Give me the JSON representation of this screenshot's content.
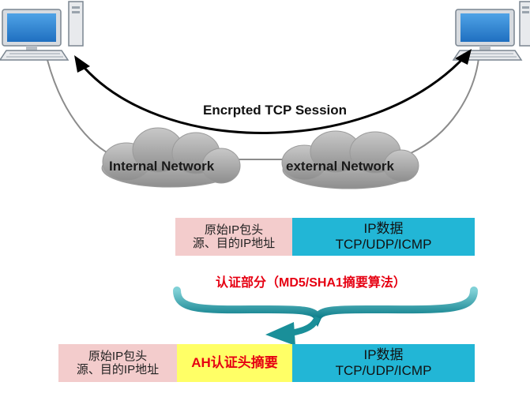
{
  "session_label": "Encrpted TCP Session",
  "clouds": {
    "internal": "Internal Network",
    "external": "external Network"
  },
  "original_packet": {
    "header_line1": "原始IP包头",
    "header_line2": "源、目的IP地址",
    "data_line1": "IP数据",
    "data_line2": "TCP/UDP/ICMP"
  },
  "auth_caption": "认证部分（MD5/SHA1摘要算法）",
  "ah_packet": {
    "header_line1": "原始IP包头",
    "header_line2": "源、目的IP地址",
    "ah_label": "AH认证头摘要",
    "data_line1": "IP数据",
    "data_line2": "TCP/UDP/ICMP"
  },
  "colors": {
    "pink": "#f3cccc",
    "cyan": "#22b6d6",
    "yellow": "#ffff66",
    "teal_brace": "#1a8f99",
    "red_text": "#e60012",
    "cloud": "#a6a6a6"
  },
  "icons": [
    "computer-icon-left",
    "computer-icon-right",
    "cloud-icon",
    "cloud-icon"
  ]
}
